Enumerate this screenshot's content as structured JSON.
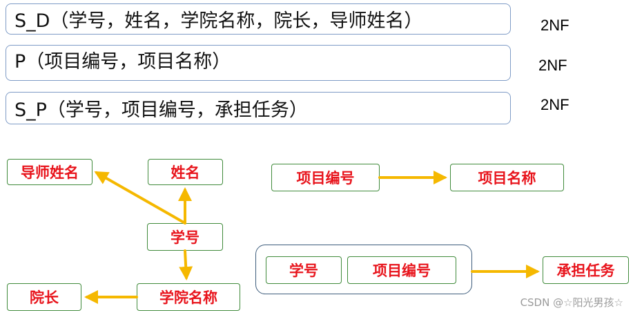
{
  "relations": [
    {
      "text": "S_D（学号，姓名，学院名称，院长，导师姓名）",
      "normal_form": "2NF"
    },
    {
      "text": "P（项目编号，项目名称）",
      "normal_form": "2NF"
    },
    {
      "text": "S_P（学号，项目编号，承担任务）",
      "normal_form": "2NF"
    }
  ],
  "nodes": {
    "advisor_name": "导师姓名",
    "name": "姓名",
    "student_id": "学号",
    "dean": "院长",
    "college_name": "学院名称",
    "project_id": "项目编号",
    "project_name": "项目名称",
    "composite_student_id": "学号",
    "composite_project_id": "项目编号",
    "task": "承担任务"
  },
  "colors": {
    "arrow": "#f5b800",
    "node_text": "#e8141c",
    "node_border": "#3f8a3a",
    "relation_border": "#7e9bc6"
  },
  "watermark": "CSDN @☆阳光男孩☆"
}
